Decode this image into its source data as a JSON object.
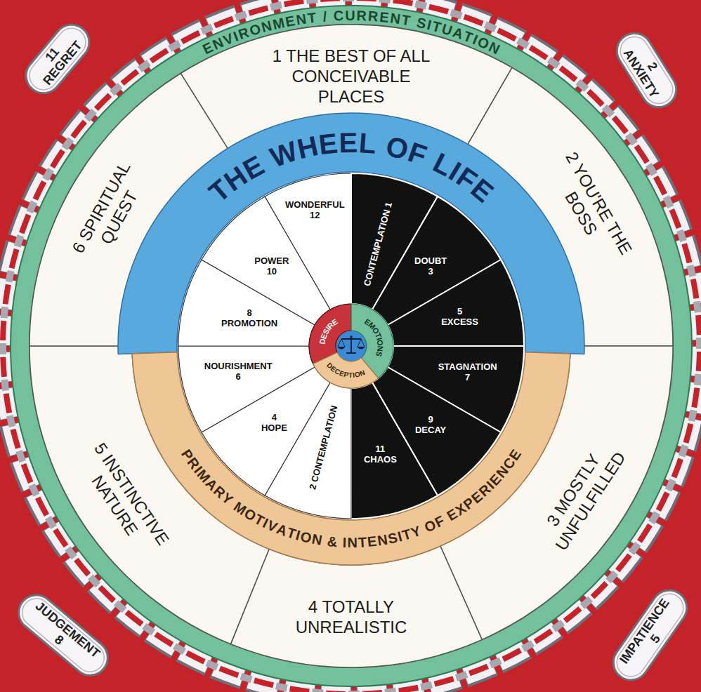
{
  "diagram": {
    "nodes": [
      {
        "text": [
          "ENVIRONMENT / CURRENT SITUATION"
        ]
      },
      {
        "text": [
          "1 THE BEST OF ALL CONCEIVABLE PLACES"
        ],
        "in": 0
      },
      {
        "text": [
          "2 YOU'RE THE BOSS"
        ],
        "in": 0
      },
      {
        "text": [
          "3 MOSTLY UNFULFILLED"
        ],
        "in": 0
      },
      {
        "text": [
          "4 TOTALLY UNREALISTIC"
        ],
        "in": 0
      },
      {
        "text": [
          "5 INSTINCTIVE NATURE"
        ],
        "in": 0
      },
      {
        "text": [
          "6 SPIRITUAL QUEST"
        ],
        "in": 0
      },
      {
        "text": [
          "THE WHEEL OF LIFE"
        ],
        "in": 0
      },
      {
        "text": [
          "PRIMARY MOTIVATION & INTENSITY OF EXPERIENCE"
        ],
        "in": 0
      },
      {
        "text": [
          "WONDERFUL 12"
        ],
        "in": 0
      },
      {
        "text": [
          "CONTEMPLATION 1"
        ],
        "in": 0
      },
      {
        "text": [
          "DOUBT 3"
        ],
        "in": 0
      },
      {
        "text": [
          "5 EXCESS"
        ],
        "in": 0
      },
      {
        "text": [
          "STAGNATION 7"
        ],
        "in": 0
      },
      {
        "text": [
          "9 DECAY"
        ],
        "in": 0
      },
      {
        "text": [
          "11 CHAOS"
        ],
        "in": 0
      },
      {
        "text": [
          "2 CONTEMPLATION"
        ],
        "in": 0
      },
      {
        "text": [
          "4 HOPE"
        ],
        "in": 0
      },
      {
        "text": [
          "NOURISHMENT 6"
        ],
        "in": 0
      },
      {
        "text": [
          "8 PROMOTION"
        ],
        "in": 0
      },
      {
        "text": [
          "POWER 10"
        ],
        "in": 0
      },
      {
        "text": [
          "DESIRE"
        ],
        "in": 0
      },
      {
        "text": [
          "EMOTIONS"
        ],
        "in": 0
      },
      {
        "text": [
          "DECEPTION"
        ],
        "in": 0
      },
      {
        "text": [
          "11 REGRET"
        ]
      },
      {
        "text": [
          "2 ANXIETY"
        ]
      },
      {
        "text": [
          "JUDGEMENT 8"
        ]
      },
      {
        "text": [
          "IMPATIENCE 5"
        ]
      }
    ]
  }
}
